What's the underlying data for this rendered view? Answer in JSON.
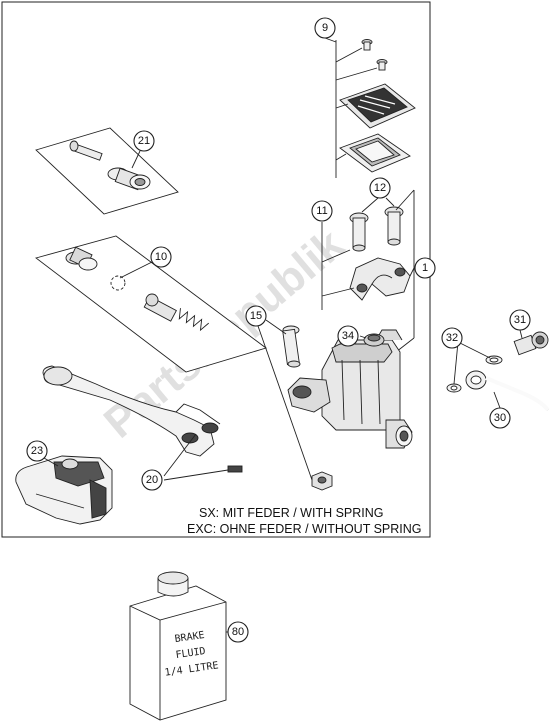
{
  "watermark": "PartsRepublik",
  "notes": {
    "line1": "SX: MIT FEDER / WITH SPRING",
    "line2": "EXC: OHNE FEDER / WITHOUT SPRING"
  },
  "bottle": {
    "line1": "BRAKE",
    "line2": "FLUID",
    "line3": "1/4 LITRE"
  },
  "callouts": {
    "c1": "1",
    "c9": "9",
    "c10": "10",
    "c11": "11",
    "c12": "12",
    "c15": "15",
    "c20": "20",
    "c21": "21",
    "c23": "23",
    "c30": "30",
    "c31": "31",
    "c32": "32",
    "c34": "34",
    "c80": "80"
  }
}
